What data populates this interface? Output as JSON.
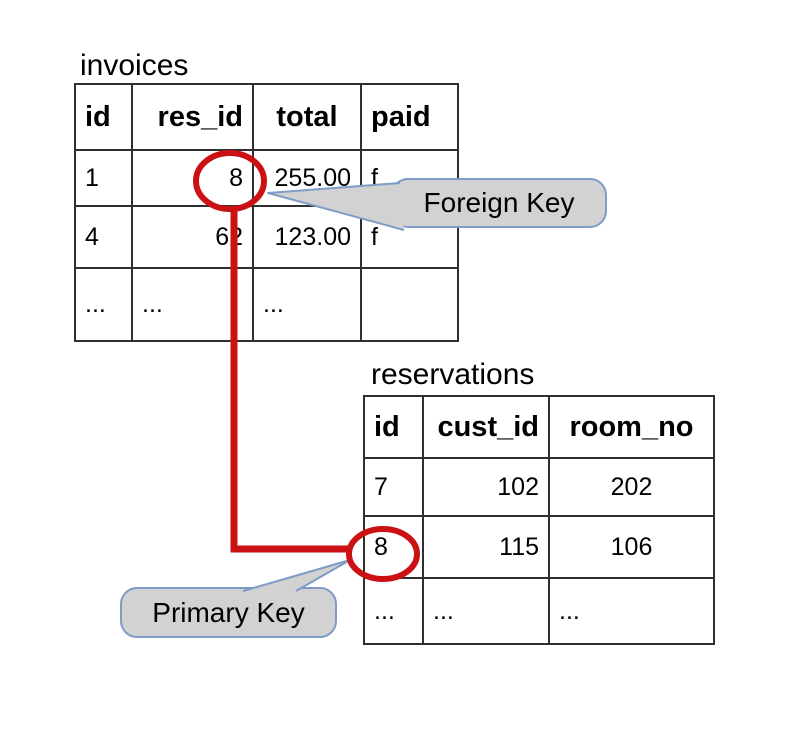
{
  "tables": {
    "invoices": {
      "title": "invoices",
      "headers": [
        "id",
        "res_id",
        "total",
        "paid"
      ],
      "rows": [
        [
          "1",
          "8",
          "255.00",
          "f"
        ],
        [
          "4",
          "62",
          "123.00",
          "f"
        ],
        [
          "...",
          "...",
          "...",
          ""
        ]
      ]
    },
    "reservations": {
      "title": "reservations",
      "headers": [
        "id",
        "cust_id",
        "room_no"
      ],
      "rows": [
        [
          "7",
          "102",
          "202"
        ],
        [
          "8",
          "115",
          "106"
        ],
        [
          "...",
          "...",
          "..."
        ]
      ]
    }
  },
  "callouts": {
    "foreign_key_label": "Foreign Key",
    "primary_key_label": "Primary Key"
  },
  "annotations": {
    "circled_foreign_key_value": "8",
    "circled_primary_key_value": "8"
  },
  "colors": {
    "annotation_red": "#cc1115",
    "callout_fill": "#d2d2d2",
    "callout_border": "#7e9cc6",
    "table_border": "#2f2f2f"
  }
}
